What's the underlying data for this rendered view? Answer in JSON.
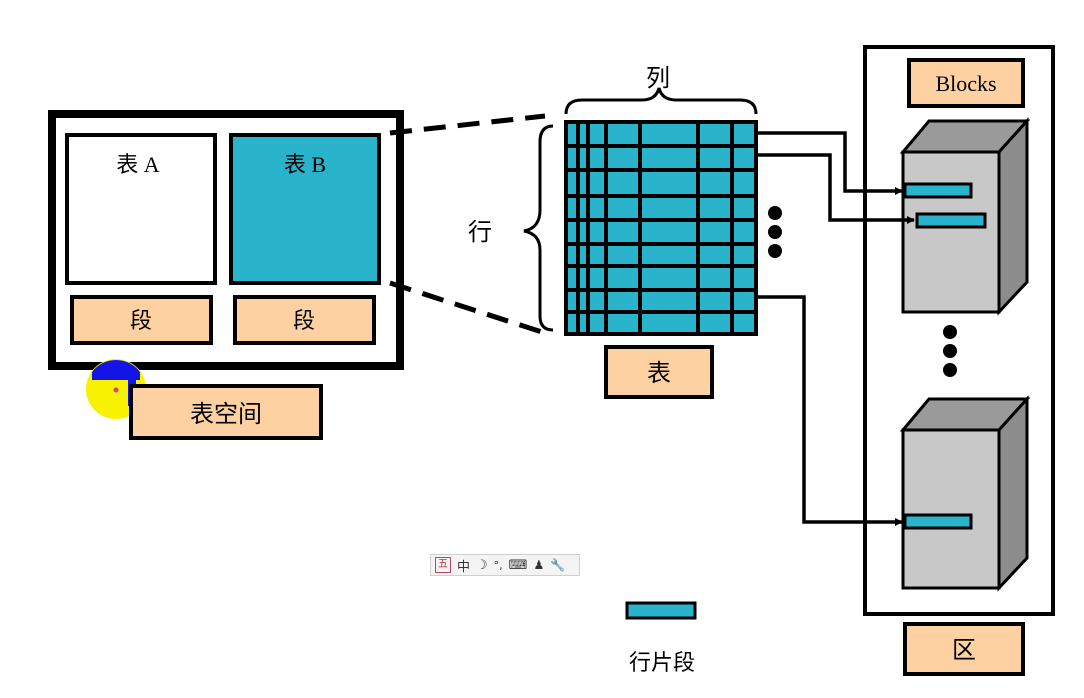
{
  "tablespace": {
    "table_a": "表 A",
    "table_b": "表 B",
    "segment_a": "段",
    "segment_b": "段",
    "label": "表空间"
  },
  "table": {
    "column_label": "列",
    "row_label": "行",
    "label": "表"
  },
  "extent": {
    "blocks_label": "Blocks",
    "label": "区"
  },
  "legend": {
    "row_piece_label": "行片段"
  },
  "ime_toolbar": {
    "mode_label": "中",
    "icons": [
      "five-stroke-icon",
      "moon-icon",
      "punctuation-icon",
      "keyboard-icon",
      "user-icon",
      "wrench-icon"
    ]
  },
  "colors": {
    "teal": "#2ab4cc",
    "peach": "#fdd1a2",
    "server_gray": "#c8c8c8",
    "cursor_yellow": "#f7f200",
    "cursor_blue": "#1414e6"
  }
}
